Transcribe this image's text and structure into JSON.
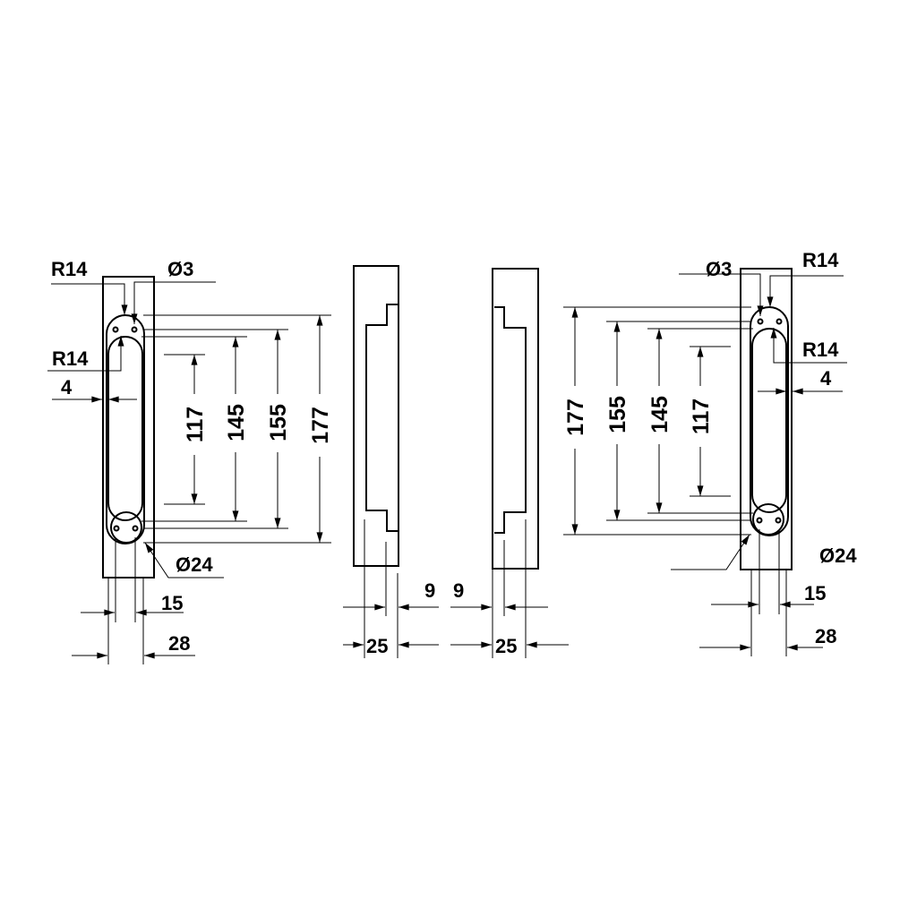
{
  "front_view": {
    "radius_top": "R14",
    "hole_diameter": "Ø3",
    "radius_inner": "R14",
    "wall": "4",
    "circle_diameter": "Ø24",
    "hole_spacing": "15",
    "width": "28",
    "dim_117": "117",
    "dim_145": "145",
    "dim_155": "155",
    "dim_177": "177"
  },
  "side_view_left": {
    "offset": "9",
    "depth": "25"
  },
  "side_view_right": {
    "offset": "9",
    "depth": "25"
  },
  "front_view_mirrored": {
    "radius_top": "R14",
    "hole_diameter": "Ø3",
    "radius_inner": "R14",
    "wall": "4",
    "circle_diameter": "Ø24",
    "hole_spacing": "15",
    "width": "28",
    "dim_117": "117",
    "dim_145": "145",
    "dim_155": "155",
    "dim_177": "177"
  },
  "colors": {
    "line": "#000000",
    "background": "#ffffff"
  }
}
